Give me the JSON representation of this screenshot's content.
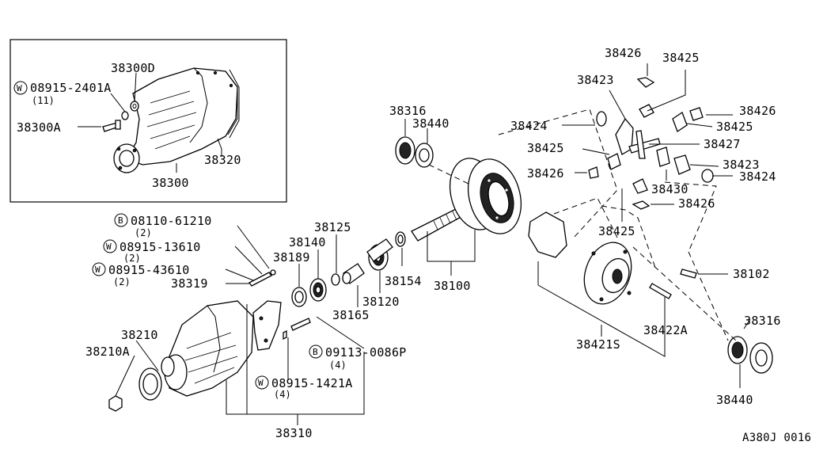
{
  "inset": {
    "labels": {
      "l38300D": "38300D",
      "l08915_2401A": "08915-2401A",
      "l08915_2401A_qty": "(11)",
      "l38300A": "38300A",
      "l38320": "38320",
      "l38300": "38300"
    }
  },
  "labels": {
    "l08110_61210": "08110-61210",
    "l08110_61210_qty": "(2)",
    "l08915_13610": "08915-13610",
    "l08915_13610_qty": "(2)",
    "l08915_43610": "08915-43610",
    "l08915_43610_qty": "(2)",
    "l38319": "38319",
    "l38189": "38189",
    "l38140": "38140",
    "l38125": "38125",
    "l38165": "38165",
    "l38120": "38120",
    "l38154": "38154",
    "l38100": "38100",
    "l38316a": "38316",
    "l38440a": "38440",
    "l38210": "38210",
    "l38210A": "38210A",
    "l09113_0086P": "09113-0086P",
    "l09113_0086P_qty": "(4)",
    "l08915_1421A": "08915-1421A",
    "l08915_1421A_qty": "(4)",
    "l38310": "38310",
    "l38426a": "38426",
    "l38425a": "38425",
    "l38423a": "38423",
    "l38426b": "38426",
    "l38424a": "38424",
    "l38425b": "38425",
    "l38427": "38427",
    "l38425c": "38425",
    "l38423b": "38423",
    "l38426c": "38426",
    "l38424b": "38424",
    "l38430": "38430",
    "l38426d": "38426",
    "l38425d": "38425",
    "l38102": "38102",
    "l38422A": "38422A",
    "l38421S": "38421S",
    "l38316b": "38316",
    "l38440b": "38440",
    "figure_code": "A380J 0016"
  },
  "markers": {
    "w": "W",
    "b": "B"
  }
}
